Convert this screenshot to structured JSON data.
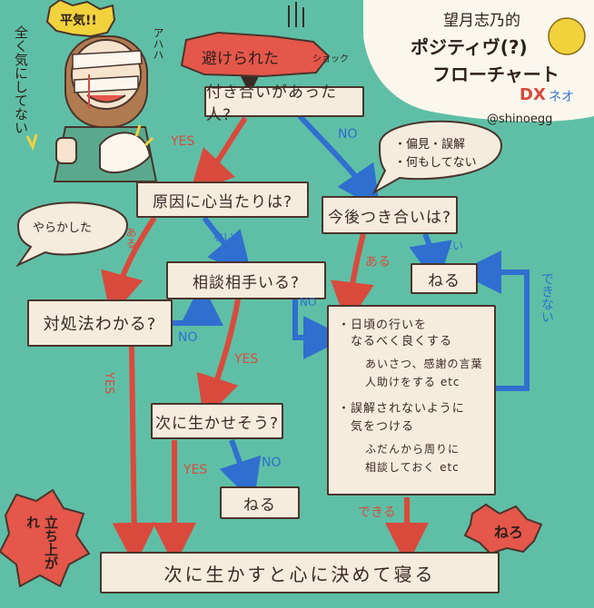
{
  "header": {
    "title_line1": "望月志乃的",
    "title_line2": "ポジティヴ(?)",
    "title_line3": "フローチャート",
    "title_suffix": "DX",
    "title_suffix2": "ネオ",
    "handle": "@shinoegg"
  },
  "character": {
    "side_text": "全く気にしてない",
    "shout": "平気!!",
    "laugh": "アハハ"
  },
  "nodes": {
    "start": "避けられた",
    "start_sub": "ショック",
    "q1": "付き合いがあった人?",
    "q2": "原因に心当たりは?",
    "q3": "今後つき合いは?",
    "q4": "相談相手いる?",
    "q5": "対処法わかる?",
    "q6": "次に生かせそう?",
    "sleep1": "ねる",
    "sleep2": "ねる",
    "final": "次に生かすと心に決めて寝る"
  },
  "advice": {
    "line1": "・日頃の行いを",
    "line2": "なるべく良くする",
    "sub1": "あいさつ、感謝の言葉",
    "sub2": "人助けをする etc",
    "line3": "・誤解されないように",
    "line4": "気をつける",
    "sub3": "ふだんから周りに",
    "sub4": "相談しておく etc"
  },
  "bubbles": {
    "left": "やらかした",
    "right_line1": "・偏見・誤解",
    "right_line2": "・何もしてない"
  },
  "labels": {
    "yes1": "YES",
    "no1": "NO",
    "aru1": "ある",
    "nai1": "ない",
    "aru2": "ある",
    "nai2": "ない",
    "no2": "NO",
    "yes2": "YES",
    "no3": "NO",
    "yes3": "YES",
    "yes4": "YES",
    "no4": "NO",
    "dekinai": "できない",
    "dekiru": "できる"
  },
  "stickers": {
    "left": "立ち上がれ",
    "right": "ねろ"
  },
  "colors": {
    "background": "#5fbfa6",
    "box": "#f6ecdd",
    "red_arrow": "#d94a3c",
    "blue_arrow": "#2f6fd0",
    "sticker": "#e4574a",
    "moon": "#f2d23c"
  }
}
